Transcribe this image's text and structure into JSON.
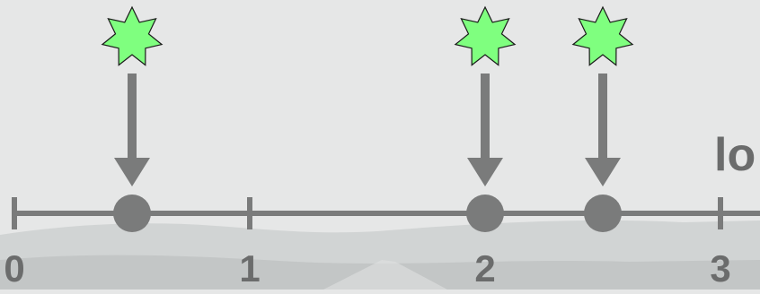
{
  "diagram": {
    "axis": {
      "tick_labels": [
        {
          "value": 0,
          "label": "0"
        },
        {
          "value": 1,
          "label": "1"
        },
        {
          "value": 2,
          "label": "2"
        },
        {
          "value": 3,
          "label": "3"
        }
      ]
    },
    "events": [
      {
        "value": 0.5
      },
      {
        "value": 2.0
      },
      {
        "value": 2.5
      }
    ],
    "side_text": "lo",
    "colors": {
      "background": "#e6e7e7",
      "axis": "#7a7b7b",
      "star_fill": "#7fff7f",
      "star_stroke": "#1a1a1a",
      "label": "#6b6c6c",
      "mountain": "#a9adad"
    },
    "icons": {
      "event_marker": "star-icon",
      "pointer": "down-arrow-icon",
      "point": "circle-dot"
    }
  }
}
